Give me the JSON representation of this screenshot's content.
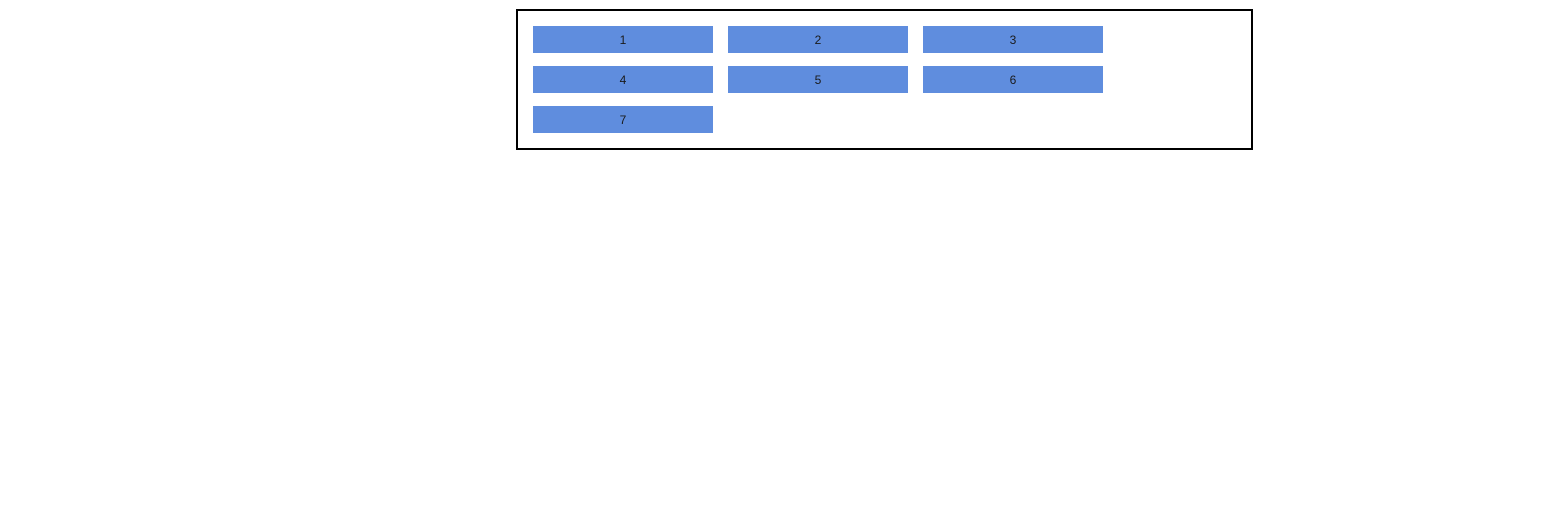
{
  "panel": {
    "border_color": "#000000",
    "background": "#ffffff",
    "tile_color": "#5f8dde",
    "tile_text_color": "#1a1a1a",
    "columns": 3,
    "items": [
      {
        "label": "1"
      },
      {
        "label": "2"
      },
      {
        "label": "3"
      },
      {
        "label": "4"
      },
      {
        "label": "5"
      },
      {
        "label": "6"
      },
      {
        "label": "7"
      }
    ]
  }
}
